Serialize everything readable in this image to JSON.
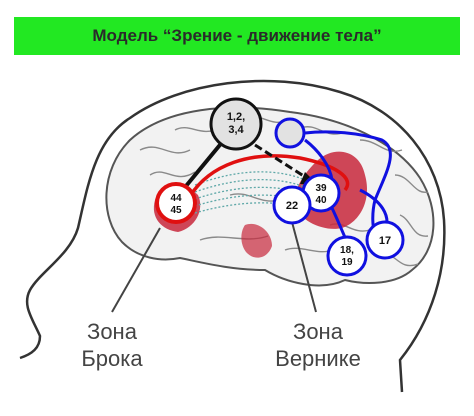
{
  "title": "Модель “Зрение - движение тела”",
  "colors": {
    "banner": "#22e822",
    "red_region": "#c8283c",
    "red_path": "#e01010",
    "blue_path": "#1010e0",
    "fibers": "#5fa8a8"
  },
  "nodes": {
    "n1234": {
      "line1": "1,2,",
      "line2": "3,4"
    },
    "n4445": {
      "line1": "44",
      "line2": "45"
    },
    "n3940": {
      "line1": "39",
      "line2": "40"
    },
    "n22": {
      "label": "22"
    },
    "n1819": {
      "line1": "18,",
      "line2": "19"
    },
    "n17": {
      "label": "17"
    },
    "nblank": {
      "label": ""
    }
  },
  "labels": {
    "broca": {
      "line1": "Зона",
      "line2": "Брока"
    },
    "wernicke": {
      "line1": "Зона",
      "line2": "Вернике"
    }
  }
}
